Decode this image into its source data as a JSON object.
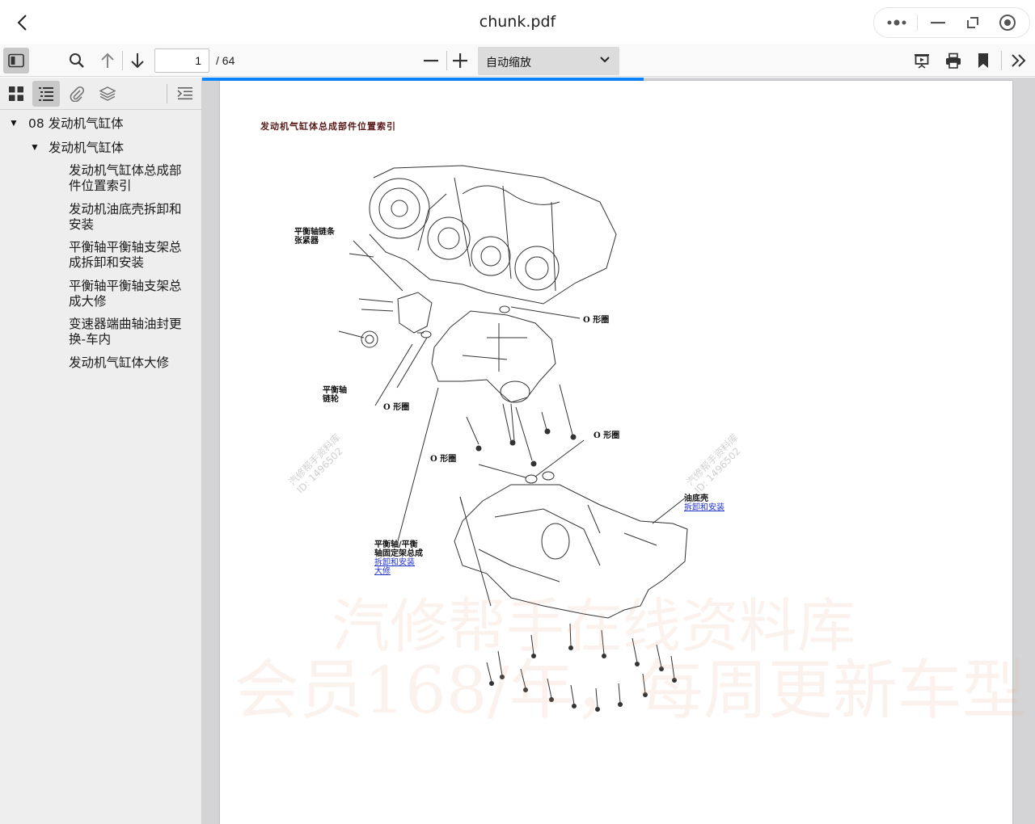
{
  "window": {
    "title": "chunk.pdf"
  },
  "toolbar": {
    "page_number": "1",
    "page_total": "/ 64",
    "zoom_label": "自动缩放"
  },
  "sidebar": {
    "outline": [
      {
        "label": "08 发动机气缸体",
        "level": 0,
        "expanded": true
      },
      {
        "label": "发动机气缸体",
        "level": 1,
        "expanded": true
      },
      {
        "label": "发动机气缸体总成部件位置索引",
        "level": 2
      },
      {
        "label": "发动机油底壳拆卸和安装",
        "level": 2
      },
      {
        "label": "平衡轴平衡轴支架总成拆卸和安装",
        "level": 2
      },
      {
        "label": "平衡轴平衡轴支架总成大修",
        "level": 2
      },
      {
        "label": "变速器端曲轴油封更换-车内",
        "level": 2
      },
      {
        "label": "发动机气缸体大修",
        "level": 2
      }
    ]
  },
  "document": {
    "title": "发动机气缸体总成部件位置索引",
    "labels": {
      "chain_tensioner_1": "平衡轴链条",
      "chain_tensioner_2": "张紧器",
      "o_ring_a": "O 形圈",
      "sprocket_1": "平衡轴",
      "sprocket_2": "链轮",
      "o_ring_b": "O 形圈",
      "o_ring_c": "O 形圈",
      "o_ring_d": "O 形圈",
      "oil_pan": "油底壳",
      "oil_pan_link": "拆卸和安装",
      "balancer_1": "平衡轴/平衡",
      "balancer_2": "轴固定架总成",
      "balancer_link_1": "拆卸和安装",
      "balancer_link_2": "大修"
    },
    "watermark": {
      "line1": "汽修帮手在线资料库",
      "line2": "会员168/年，每周更新车型",
      "stamp_1": "汽修帮手资料库",
      "stamp_2": "ID: 1496502"
    }
  }
}
